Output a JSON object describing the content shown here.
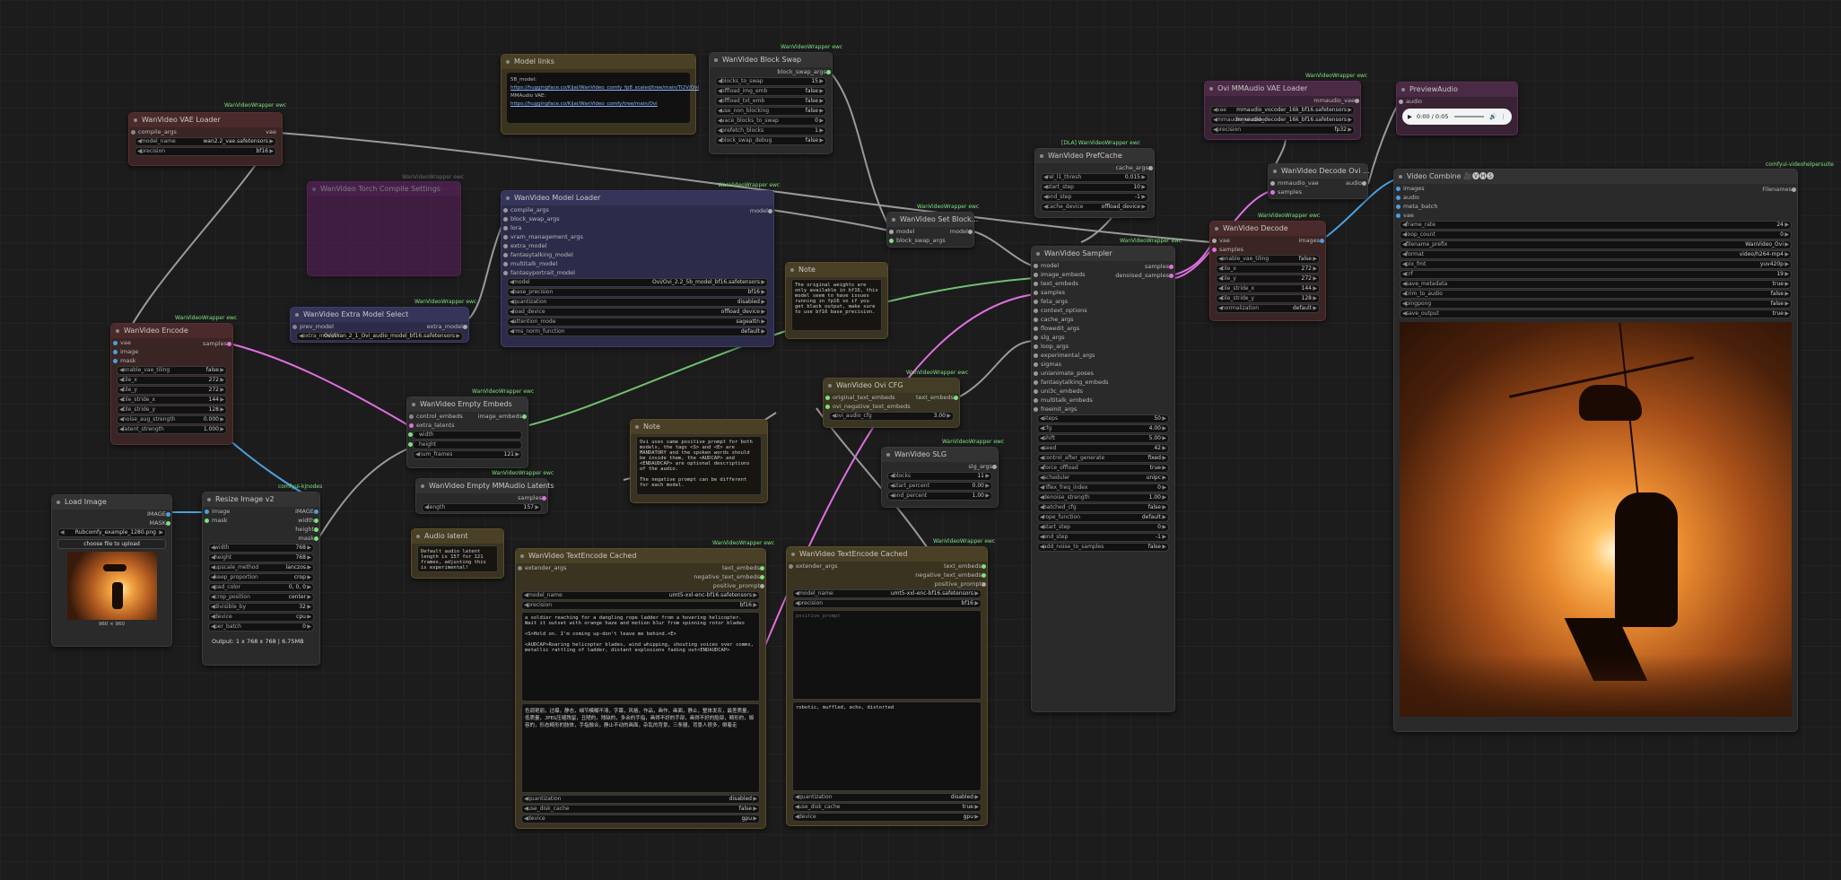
{
  "colors": {
    "canvas": "#1c1c1c",
    "link_pink": "#e070e0",
    "link_blue": "#4aa0e0",
    "link_white": "#9a9a9a",
    "link_green": "#70c070"
  },
  "tags": {
    "vae_loader": "WanVideoWrapper ewc",
    "model_loader": "WanVideoWrapper ewc",
    "block_swap": "WanVideoWrapper ewc",
    "extra_model": "WanVideoWrapper ewc",
    "encode": "WanVideoWrapper ewc",
    "empty_embeds": "WanVideoWrapper ewc",
    "resize": "comfyui-kjnodes",
    "set_block": "WanVideoWrapper ewc",
    "sampler": "WanVideoWrapper ewc",
    "decode": "WanVideoWrapper ewc",
    "ovi_vae": "WanVideoWrapper ewc",
    "ovi_cfg": "WanVideoWrapper ewc",
    "slg": "WanVideoWrapper ewc",
    "mm_latents": "WanVideoWrapper ewc",
    "te1": "WanVideoWrapper ewc",
    "te2": "WanVideoWrapper ewc",
    "prefcache": "[DLA] WanVideoWrapper ewc",
    "video_combine": "comfyui-videohelpersuite"
  },
  "nodes": {
    "vae_loader": {
      "title": "WanVideo VAE Loader",
      "in1": "compile_args",
      "out1": "vae",
      "w1": "model_name",
      "w1v": "wan2.2_vae.safetensors",
      "w2": "precision",
      "w2v": "bf16"
    },
    "model_links": {
      "title": "Model links",
      "text1": "5B_model:",
      "link1": "https://huggingface.co/Kijai/WanVideo_comfy_fp8_scaled/tree/main/TI2V/Ovi",
      "text2": "MMAudio VAE:",
      "link2": "https://huggingface.co/Kijai/WanVideo_comfy/tree/main/Ovi"
    },
    "block_swap": {
      "title": "WanVideo Block Swap",
      "out": "block_swap_args",
      "rows": [
        [
          "blocks_to_swap",
          "15"
        ],
        [
          "offload_img_emb",
          "false"
        ],
        [
          "offload_txt_emb",
          "false"
        ],
        [
          "use_non_blocking",
          "false"
        ],
        [
          "vace_blocks_to_swap",
          "0"
        ],
        [
          "prefetch_blocks",
          "1"
        ],
        [
          "block_swap_debug",
          "false"
        ]
      ]
    },
    "model_loader": {
      "title": "WanVideo Model Loader",
      "out": "model",
      "inputs": [
        "compile_args",
        "block_swap_args",
        "lora",
        "vram_management_args",
        "extra_model",
        "fantasytalking_model",
        "multitalk_model",
        "fantasyportrait_model"
      ],
      "rows": [
        [
          "model",
          "Ovi/Ovi_2.2_5b_model_bf16.safetensors"
        ],
        [
          "base_precision",
          "bf16"
        ],
        [
          "quantization",
          "disabled"
        ],
        [
          "load_device",
          "offload_device"
        ],
        [
          "attention_mode",
          "sageattn"
        ],
        [
          "rms_norm_function",
          "default"
        ]
      ]
    },
    "bypassed": {
      "title": "WanVideo Torch Compile Settings"
    },
    "extra_model": {
      "title": "WanVideo Extra Model Select",
      "in": "prev_model",
      "out": "extra_model",
      "w": "extra_model",
      "wv": "Ovi/Wan_2_1_Ovi_audio_model_bf16.safetensors"
    },
    "note1": {
      "title": "Note",
      "text": "The original weights are only available in bf16, this model seem to have issues running in fp16 so if you get black output, make sure to use bf16 base_precision."
    },
    "set_block": {
      "title": "WanVideo Set Block...",
      "in1": "model",
      "in2": "block_swap_args",
      "out": "model"
    },
    "encode": {
      "title": "WanVideo Encode",
      "out": "samples",
      "inputs": [
        "vae",
        "image",
        "mask"
      ],
      "rows": [
        [
          "enable_vae_tiling",
          "false"
        ],
        [
          "tile_x",
          "272"
        ],
        [
          "tile_y",
          "272"
        ],
        [
          "tile_stride_x",
          "144"
        ],
        [
          "tile_stride_y",
          "128"
        ],
        [
          "noise_aug_strength",
          "0.000"
        ],
        [
          "latent_strength",
          "1.000"
        ]
      ]
    },
    "empty_embeds": {
      "title": "WanVideo Empty Embeds",
      "in1": "control_embeds",
      "in2": "extra_latents",
      "out": "image_embeds",
      "r1": "width",
      "r2": "height",
      "w": "num_frames",
      "wv": "121"
    },
    "mm_latents": {
      "title": "WanVideo Empty MMAudio Latents",
      "out": "samples",
      "w": "length",
      "wv": "157"
    },
    "audio_latent": {
      "title": "Audio latent",
      "text": "Default audio latent length is 157 for 121 frames, adjusting this is experimental!"
    },
    "load_image": {
      "title": "Load Image",
      "out1": "IMAGE",
      "out2": "MASK",
      "w": "image",
      "wv": "Rubcomfy_example_1280.png",
      "btn": "choose file to upload",
      "cap": "960 × 960"
    },
    "resize": {
      "title": "Resize Image v2",
      "in1": "image",
      "in2": "mask",
      "outs": [
        "IMAGE",
        "width",
        "height",
        "mask"
      ],
      "rows": [
        [
          "width",
          "768"
        ],
        [
          "height",
          "768"
        ],
        [
          "upscale_method",
          "lanczos"
        ],
        [
          "keep_proportion",
          "crop"
        ],
        [
          "pad_color",
          "0, 0, 0"
        ],
        [
          "crop_position",
          "center"
        ],
        [
          "divisible_by",
          "32"
        ],
        [
          "device",
          "cpu"
        ],
        [
          "per_batch",
          "0"
        ]
      ],
      "output": "Output: 1 x 768 x 768 | 6.75MB"
    },
    "note2": {
      "title": "Note",
      "text": "Ovi uses same positive prompt for both models, the tags <S> and <E> are MANDATORY and the spoken words should be inside them, the <AUDCAP> and <ENDAUDCAP> are optional descriptions of the audio.\n\nThe negative prompt can be different for each model."
    },
    "ovi_cfg": {
      "title": "WanVideo Ovi CFG",
      "in1": "original_text_embeds",
      "in2": "ovi_negative_text_embeds",
      "out": "text_embeds",
      "w": "ovi_audio_cfg",
      "wv": "3.00"
    },
    "slg": {
      "title": "WanVideo SLG",
      "out": "slg_args",
      "rows": [
        [
          "blocks",
          "11"
        ],
        [
          "start_percent",
          "0.00"
        ],
        [
          "end_percent",
          "1.00"
        ]
      ]
    },
    "te1": {
      "title": "WanVideo TextEncode Cached",
      "in": "extender_args",
      "outs": [
        "text_embeds",
        "negative_text_embeds",
        "positive_prompt"
      ],
      "rows": [
        [
          "model_name",
          "umt5-xxl-enc-bf16.safetensors"
        ],
        [
          "precision",
          "bf16"
        ]
      ],
      "positive": "a soldier reaching for a dangling rope ladder from a hovering helicopter. Wait it outset with orange haze and motion blur from spinning rotor blades\n\n<S>Hold on. I'm coming up-don't leave me behind.<E>\n\n<AUDCAP>Roaring helicopter blades, wind whipping, shouting voices over comms, metallic rattling of ladder, distant explosions fading out<ENDAUDCAP>",
      "negative": "色调艳丽，过曝，静态，细节模糊不清，字幕，风格，作品，画作，画面，静止，整体发灰，最差质量，低质量，JPEG压缩残留，丑陋的，残缺的，多余的手指，画得不好的手部，画得不好的脸部，畸形的，毁容的，形态畸形的肢体，手指融合，静止不动的画面，杂乱的背景，三条腿，背景人很多，倒着走",
      "rows2": [
        [
          "quantization",
          "disabled"
        ],
        [
          "use_disk_cache",
          "false"
        ],
        [
          "device",
          "gpu"
        ]
      ]
    },
    "te2": {
      "title": "WanVideo TextEncode Cached",
      "in": "extender_args",
      "outs": [
        "text_embeds",
        "negative_text_embeds",
        "positive_prompt"
      ],
      "rows": [
        [
          "model_name",
          "umt5-xxl-enc-bf16.safetensors"
        ],
        [
          "precision",
          "bf16"
        ]
      ],
      "positive": "positive_prompt",
      "negative": "robotic, muffled, echo, distorted",
      "rows2": [
        [
          "quantization",
          "disabled"
        ],
        [
          "use_disk_cache",
          "true"
        ],
        [
          "device",
          "gpu"
        ]
      ]
    },
    "prefcache": {
      "title": "WanVideo PrefCache",
      "out": "cache_args",
      "rows": [
        [
          "rel_l1_thresh",
          "0.015"
        ],
        [
          "start_step",
          "10"
        ],
        [
          "end_step",
          "-1"
        ],
        [
          "cache_device",
          "offload_device"
        ]
      ]
    },
    "sampler": {
      "title": "WanVideo Sampler",
      "outs": [
        "samples",
        "denoised_samples"
      ],
      "inputs": [
        "model",
        "image_embeds",
        "text_embeds",
        "samples",
        "feta_args",
        "context_options",
        "cache_args",
        "flowedit_args",
        "slg_args",
        "loop_args",
        "experimental_args",
        "sigmas",
        "unianimate_poses",
        "fantasytalking_embeds",
        "uni3c_embeds",
        "multitalk_embeds",
        "freeinit_args"
      ],
      "rows": [
        [
          "steps",
          "50"
        ],
        [
          "cfg",
          "4.00"
        ],
        [
          "shift",
          "5.00"
        ],
        [
          "seed",
          "42"
        ],
        [
          "control_after_generate",
          "fixed"
        ],
        [
          "force_offload",
          "true"
        ],
        [
          "scheduler",
          "unipc"
        ],
        [
          "riflex_freq_index",
          "0"
        ],
        [
          "denoise_strength",
          "1.00"
        ],
        [
          "batched_cfg",
          "false"
        ],
        [
          "rope_function",
          "default"
        ],
        [
          "start_step",
          "0"
        ],
        [
          "end_step",
          "-1"
        ],
        [
          "add_noise_to_samples",
          "false"
        ]
      ]
    },
    "decode": {
      "title": "WanVideo Decode",
      "in1": "vae",
      "in2": "samples",
      "out": "images",
      "rows": [
        [
          "enable_vae_tiling",
          "false"
        ],
        [
          "tile_x",
          "272"
        ],
        [
          "tile_y",
          "272"
        ],
        [
          "tile_stride_x",
          "144"
        ],
        [
          "tile_stride_y",
          "128"
        ],
        [
          "normalization",
          "default"
        ]
      ]
    },
    "ovi_vae": {
      "title": "Ovi MMAudio VAE Loader",
      "out": "mmaudio_vae",
      "rows": [
        [
          "vae",
          "mmaudio_vocoder_16k_bf16.safetensors"
        ],
        [
          "mmaudio_encoder",
          "mmaudio_decoder_16k_bf16.safetensors"
        ],
        [
          "precision",
          "fp32"
        ]
      ]
    },
    "decode_ovi": {
      "title": "WanVideo Decode Ovi ...",
      "in1": "mmaudio_vae",
      "in2": "samples",
      "out": "audio"
    },
    "preview_audio": {
      "title": "PreviewAudio",
      "in": "audio",
      "time": "0:00 / 0:05"
    },
    "video_combine": {
      "title": "Video Combine 🎥🅥🅗🅢",
      "inputs": [
        "images",
        "audio",
        "meta_batch",
        "vae"
      ],
      "out": "Filenames",
      "rows": [
        [
          "frame_rate",
          "24"
        ],
        [
          "loop_count",
          "0"
        ],
        [
          "filename_prefix",
          "WanVideo_Ovi"
        ],
        [
          "format",
          "video/h264-mp4"
        ],
        [
          "pix_fmt",
          "yuv420p"
        ],
        [
          "crf",
          "19"
        ],
        [
          "save_metadata",
          "true"
        ],
        [
          "trim_to_audio",
          "false"
        ],
        [
          "pingpong",
          "false"
        ],
        [
          "save_output",
          "true"
        ]
      ]
    }
  }
}
